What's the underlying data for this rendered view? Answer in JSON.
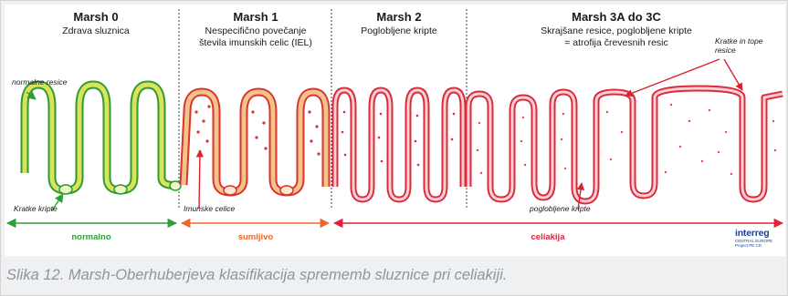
{
  "stages": [
    {
      "title": "Marsh 0",
      "subtitle": [
        "Zdrava sluznica"
      ]
    },
    {
      "title": "Marsh 1",
      "subtitle": [
        "Nespecifično povečanje",
        "števila imunskih celic (IEL)"
      ]
    },
    {
      "title": "Marsh 2",
      "subtitle": [
        "Poglobljene kripte"
      ]
    },
    {
      "title": "Marsh 3A do 3C",
      "subtitle": [
        "Skrajšane resice, poglobljene kripte",
        "= atrofija črevesnih resic"
      ]
    }
  ],
  "annotations": {
    "normal_villi": "normalne resice",
    "short_crypts": "Kratke kripte",
    "immune_cells": "Imunske celice",
    "deepened_crypts": "poglobljene kripte",
    "short_blunt_villi": [
      "Kratke in tope",
      "resice"
    ]
  },
  "ranges": [
    {
      "label": "normalno",
      "color": "#2e9e3a"
    },
    {
      "label": "sumljivo",
      "color": "#f0652c"
    },
    {
      "label": "celiakija",
      "color": "#e2223a"
    }
  ],
  "colors": {
    "healthy_fill": "#d8e25b",
    "healthy_outline": "#2f9b2f",
    "marsh1_fill": "#f3c38c",
    "marsh1_outline": "#d9332b",
    "disease": "#dc2a3c",
    "logo": "#1c3f94"
  },
  "logo": {
    "main": "interreg",
    "sub": [
      "CENTRAL EUROPE",
      "Project PE CD"
    ]
  },
  "caption": "Slika 12. Marsh-Oberhuberjeva klasifikacija sprememb sluznice pri celiakiji."
}
